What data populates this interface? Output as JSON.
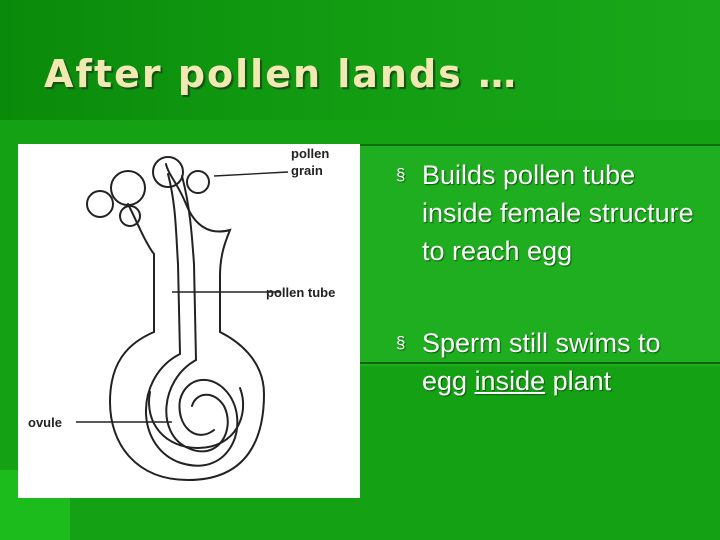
{
  "title": "After pollen lands …",
  "figure": {
    "labels": {
      "pollen_grain_line1": "pollen",
      "pollen_grain_line2": "grain",
      "pollen_tube": "pollen tube",
      "ovule": "ovule"
    }
  },
  "bullets": [
    {
      "marker": "§",
      "text": "Builds pollen tube inside female structure to reach egg"
    },
    {
      "marker": "§",
      "text_before": "Sperm still swims to egg ",
      "text_underlined": "inside",
      "text_after": " plant"
    }
  ],
  "colors": {
    "background": "#119a11",
    "title": "#f1e9b2",
    "text": "#ffffff"
  }
}
